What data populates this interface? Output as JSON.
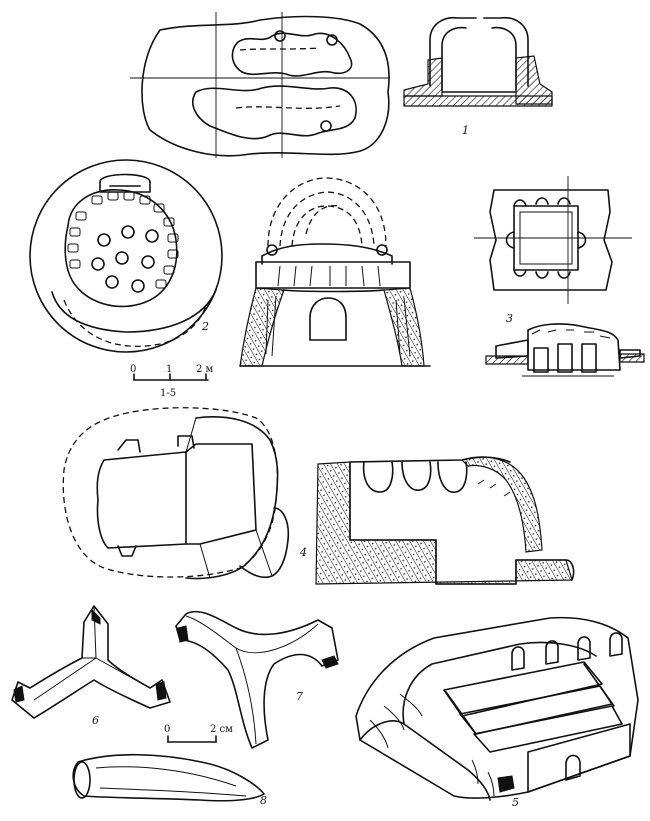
{
  "figure_labels": {
    "fig1": "1",
    "fig2": "2",
    "fig3": "3",
    "fig4": "4",
    "fig5": "5",
    "fig6": "6",
    "fig7": "7",
    "fig8": "8"
  },
  "scale_big": {
    "tick0": "0",
    "tick1": "1",
    "tick2": "2 м",
    "caption": "1-5"
  },
  "scale_small": {
    "tick0": "0",
    "tick2": "2 см"
  },
  "colors": {
    "ink": "#111111",
    "paper": "#ffffff"
  }
}
